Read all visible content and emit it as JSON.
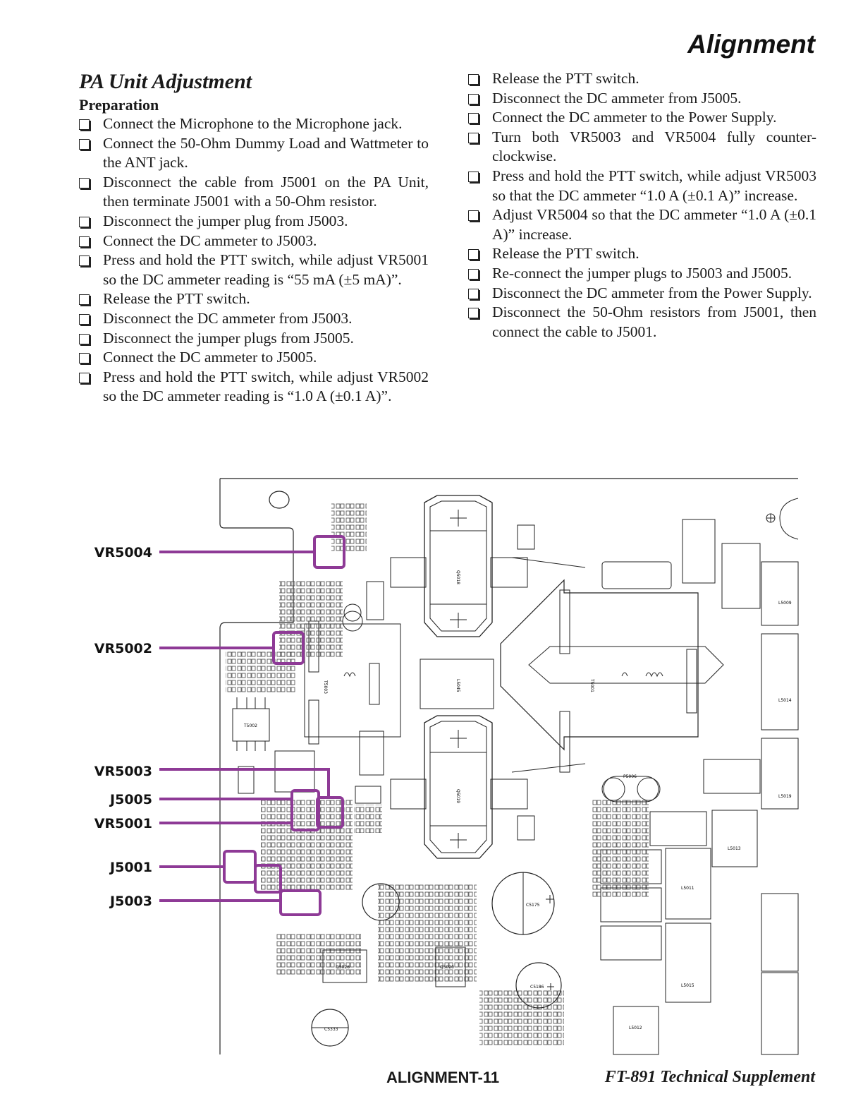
{
  "header": {
    "title": "Alignment"
  },
  "section": {
    "title": "PA Unit Adjustment",
    "subheading": "Preparation"
  },
  "steps_left": [
    "Connect the Microphone to the Microphone jack.",
    "Connect the 50-Ohm Dummy Load and Wattmeter to the ANT jack.",
    "Disconnect the cable from J5001 on the PA Unit, then terminate J5001 with a 50-Ohm resistor.",
    "Disconnect the jumper plug from J5003.",
    "Connect the DC ammeter to J5003.",
    "Press and hold the PTT switch, while adjust VR5001 so the DC ammeter reading is “55 mA (±5 mA)”.",
    "Release the PTT switch.",
    "Disconnect the DC ammeter from J5003.",
    "Disconnect the jumper plugs from J5005.",
    "Connect the DC ammeter to J5005.",
    "Press and hold the PTT switch, while adjust VR5002 so the DC ammeter reading is “1.0 A (±0.1 A)”."
  ],
  "steps_right": [
    "Release the PTT switch.",
    "Disconnect the DC ammeter from J5005.",
    "Connect the DC ammeter to the Power Supply.",
    "Turn both VR5003 and VR5004 fully counter-clockwise.",
    "Press and hold the PTT switch, while adjust VR5003 so that the DC ammeter “1.0 A (±0.1 A)” increase.",
    "Adjust VR5004 so that the DC ammeter “1.0 A (±0.1 A)” increase.",
    "Release the PTT switch.",
    "Re-connect the jumper plugs to J5003 and J5005.",
    "Disconnect the DC ammeter from the Power Supply.",
    "Disconnect the 50-Ohm resistors from J5001, then connect the cable to J5001."
  ],
  "diagram": {
    "callouts": {
      "vr5004": "VR5004",
      "vr5002": "VR5002",
      "vr5003": "VR5003",
      "j5005": "J5005",
      "vr5001": "VR5001",
      "j5001": "J5001",
      "j5003": "J5003"
    },
    "parts": {
      "q5018": "Q5018",
      "q5019": "Q5019",
      "l5045": "L5045",
      "t5003": "T5003",
      "t5001": "T5001",
      "t5002": "T5002",
      "c5175": "C5175",
      "c5186": "C5186",
      "c5333": "C5333",
      "q5020": "Q5020",
      "q5026": "Q5026",
      "l5009": "L5009",
      "l5014": "L5014",
      "l5011": "L5011",
      "l5012": "L5012",
      "l5013": "L5013",
      "l5015": "L5015",
      "l5019": "L5019",
      "p5006": "P5006"
    },
    "highlight_color": "#8e3a96"
  },
  "footer": {
    "page_label": "ALIGNMENT-11",
    "doc_title": "FT-891 Technical Supplement"
  }
}
